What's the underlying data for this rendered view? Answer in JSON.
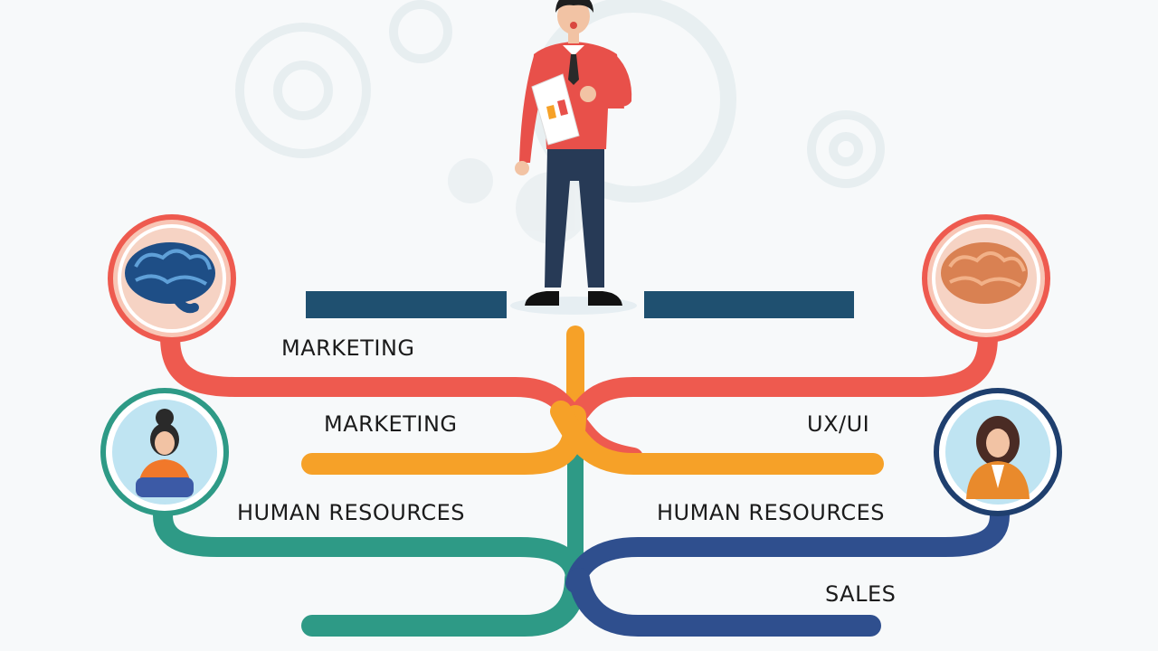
{
  "labels": {
    "marketing_top": "MARKETING",
    "marketing_mid": "MARKETING",
    "hr_left": "HUMAN RESOURCES",
    "uxui": "UX/UI",
    "hr_right": "HUMAN RESOURCES",
    "sales": "SALES"
  },
  "colors": {
    "red": "#ee5a4f",
    "orange": "#f6a128",
    "teal": "#2e9a86",
    "navy": "#2f4f8e",
    "bar": "#1f5070",
    "background": "#f7f9fa"
  },
  "icons": [
    "brain-icon",
    "brain-icon",
    "woman-avatar-icon",
    "woman-avatar-icon",
    "businessman-figure",
    "gear-icon"
  ]
}
